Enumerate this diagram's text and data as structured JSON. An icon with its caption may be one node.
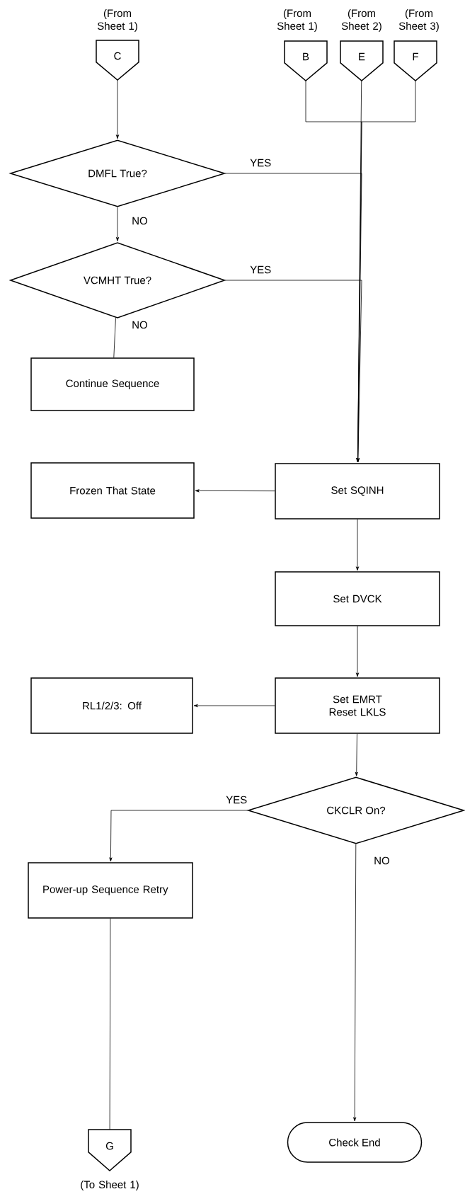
{
  "diagram": {
    "nodes": [
      {
        "text": [
          "C"
        ],
        "beside": [
          "(From Sheet 1)"
        ]
      },
      {
        "text": [
          "B"
        ],
        "beside": [
          "(From Sheet 1)"
        ]
      },
      {
        "text": [
          "E"
        ],
        "beside": [
          "(From Sheet 2)"
        ]
      },
      {
        "text": [
          "F"
        ],
        "beside": [
          "(From Sheet 3)"
        ]
      },
      {
        "text": [
          "DMFL True?"
        ]
      },
      {
        "text": [
          "VCMHT True?"
        ]
      },
      {
        "text": [
          "Continue Sequence"
        ]
      },
      {
        "text": [
          "Frozen That State"
        ]
      },
      {
        "text": [
          "Set SQINH"
        ]
      },
      {
        "text": [
          "Set DVCK"
        ]
      },
      {
        "text": [
          "RL1/2/3: Off"
        ]
      },
      {
        "text": [
          "Set EMRT",
          "Reset LKLS"
        ]
      },
      {
        "text": [
          "CKCLR On?"
        ]
      },
      {
        "text": [
          "Power-up Sequence Retry"
        ]
      },
      {
        "text": [
          "Check End"
        ]
      },
      {
        "text": [
          "G"
        ],
        "beside": [
          "(To Sheet 1)"
        ]
      }
    ],
    "edges": [
      {
        "from": 0,
        "to": 4,
        "arrow": "to"
      },
      {
        "from": 4,
        "to": 8,
        "arrow": "to",
        "label": "YES"
      },
      {
        "from": 4,
        "to": 5,
        "arrow": "to",
        "label": "NO"
      },
      {
        "from": 5,
        "to": 8,
        "arrow": "to",
        "label": "YES"
      },
      {
        "from": 5,
        "to": 6,
        "arrow": "none",
        "label": "NO"
      },
      {
        "from": 1,
        "to": 8,
        "arrow": "to"
      },
      {
        "from": 2,
        "to": 8,
        "arrow": "to"
      },
      {
        "from": 3,
        "to": 8,
        "arrow": "to"
      },
      {
        "from": 8,
        "to": 7,
        "arrow": "to"
      },
      {
        "from": 8,
        "to": 9,
        "arrow": "to"
      },
      {
        "from": 9,
        "to": 11,
        "arrow": "to"
      },
      {
        "from": 11,
        "to": 10,
        "arrow": "to"
      },
      {
        "from": 11,
        "to": 12,
        "arrow": "to"
      },
      {
        "from": 12,
        "to": 13,
        "arrow": "to",
        "label": "YES"
      },
      {
        "from": 12,
        "to": 14,
        "arrow": "to",
        "label": "NO"
      },
      {
        "from": 13,
        "to": 15,
        "arrow": "none"
      }
    ]
  }
}
